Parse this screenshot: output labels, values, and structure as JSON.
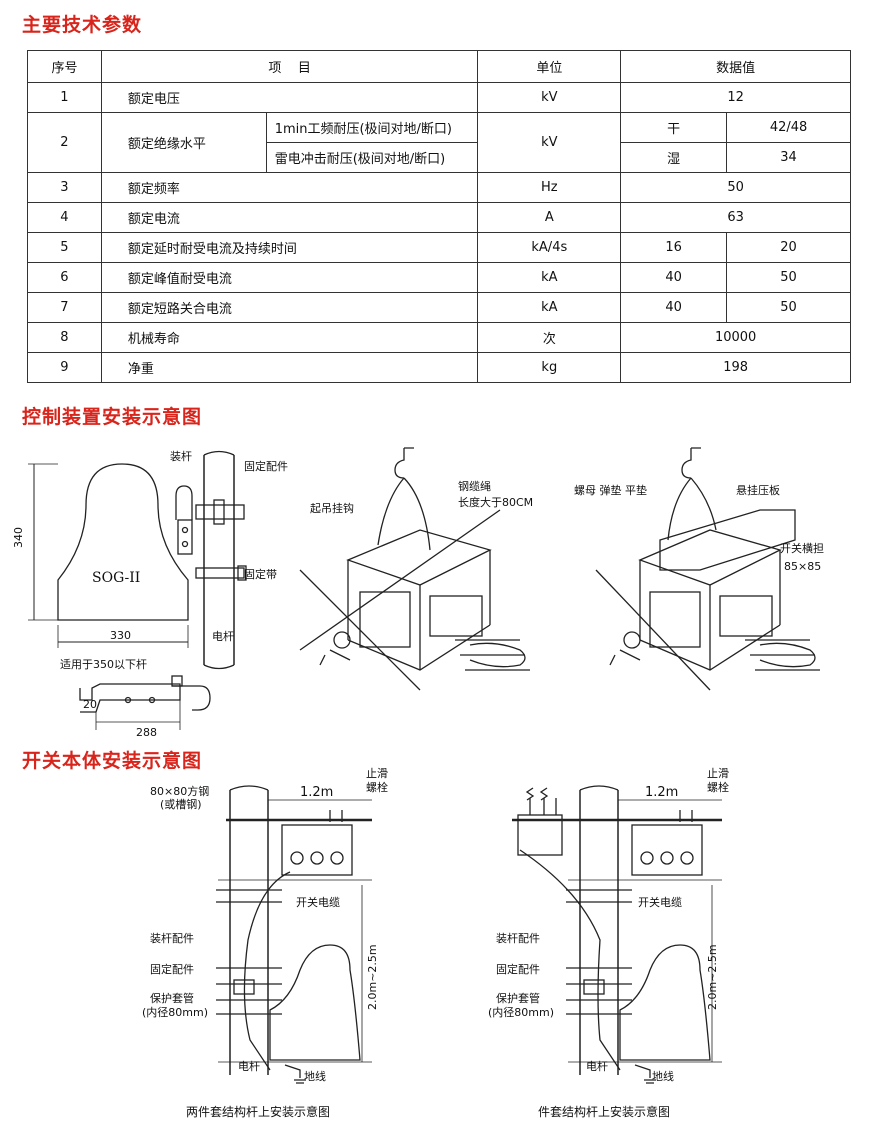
{
  "sections": {
    "specs": "主要技术参数",
    "control": "控制装置安装示意图",
    "switch": "开关本体安装示意图"
  },
  "table": {
    "headers": {
      "no": "序号",
      "item": "项    目",
      "unit": "单位",
      "value": "数据值"
    },
    "rows": [
      {
        "no": "1",
        "item": "额定电压",
        "unit": "kV",
        "value": "12"
      },
      {
        "no": "2",
        "item": "额定绝缘水平",
        "sub1": "1min工频耐压(极间对地/断口)",
        "sub2": "雷电冲击耐压(极间对地/断口)",
        "unit": "kV",
        "dry": "干",
        "dry_value": "42/48",
        "wet": "湿",
        "wet_value": "34"
      },
      {
        "no": "3",
        "item": "额定频率",
        "unit": "Hz",
        "value": "50"
      },
      {
        "no": "4",
        "item": "额定电流",
        "unit": "A",
        "value": "63"
      },
      {
        "no": "5",
        "item": "额定延时耐受电流及持续时间",
        "unit": "kA/4s",
        "v1": "16",
        "v2": "20"
      },
      {
        "no": "6",
        "item": "额定峰值耐受电流",
        "unit": "kA",
        "v1": "40",
        "v2": "50"
      },
      {
        "no": "7",
        "item": "额定短路关合电流",
        "unit": "kA",
        "v1": "40",
        "v2": "50"
      },
      {
        "no": "8",
        "item": "机械寿命",
        "unit": "次",
        "value": "10000"
      },
      {
        "no": "9",
        "item": "净重",
        "unit": "kg",
        "value": "198"
      }
    ]
  },
  "control_fig": {
    "height_dim": "340",
    "model": "SOG-II",
    "width_dim": "330",
    "note": "适用于350以下杆",
    "mount": "装杆",
    "fixing_fitting": "固定配件",
    "fixing_band": "固定带",
    "pole": "电杆",
    "bracket_dim1": "20",
    "bracket_dim2": "288"
  },
  "lift_fig": {
    "hook": "起吊挂钩",
    "rope": "钢缆绳",
    "rope_len": "长度大于80CM",
    "nut": "螺母 弹垫 平垫",
    "plate": "悬挂压板",
    "beam": "开关横担",
    "beam_size": "85×85"
  },
  "install_fig": {
    "steel": "80×80方钢",
    "steel2": "(或槽钢)",
    "dist": "1.2m",
    "bolt1": "止滑",
    "bolt2": "螺栓",
    "cable": "开关电缆",
    "height": "2.0m~2.5m",
    "mount_fitting": "装杆配件",
    "fix_fitting": "固定配件",
    "sleeve": "保护套管",
    "sleeve2": "(内径80mm)",
    "pole": "电杆",
    "ground": "地线",
    "caption_left": "两件套结构杆上安装示意图",
    "caption_right": "件套结构杆上安装示意图"
  }
}
